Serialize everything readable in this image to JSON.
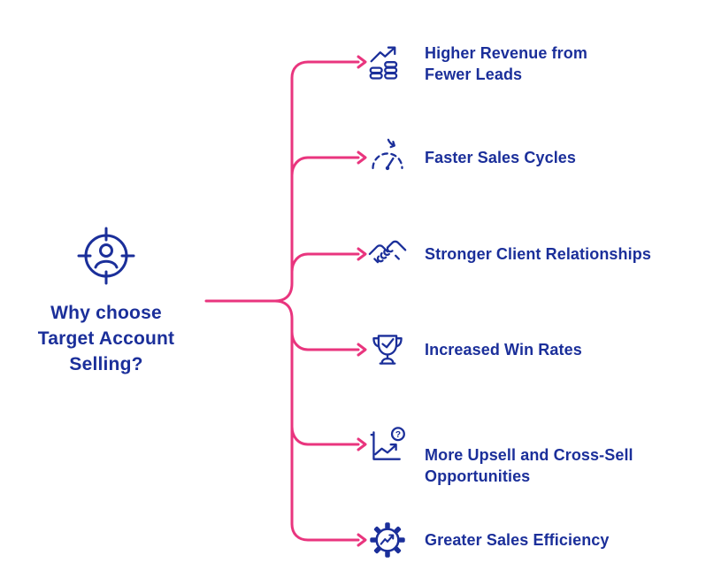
{
  "colors": {
    "accent_pink": "#e9357e",
    "navy": "#1b2f9a",
    "background": "#ffffff"
  },
  "center": {
    "icon": "target-person-icon",
    "title": "Why choose Target Account Selling?",
    "title_lines": [
      "Why choose",
      "Target Account",
      "Selling?"
    ]
  },
  "items": [
    {
      "icon": "revenue-growth-icon",
      "label": "Higher Revenue from Fewer Leads"
    },
    {
      "icon": "speedometer-icon",
      "label": "Faster Sales Cycles"
    },
    {
      "icon": "handshake-icon",
      "label": "Stronger Client Relationships"
    },
    {
      "icon": "trophy-check-icon",
      "label": "Increased Win Rates"
    },
    {
      "icon": "chart-question-icon",
      "label": "More Upsell and Cross-Sell Opportunities"
    },
    {
      "icon": "gear-chart-icon",
      "label": "Greater Sales Efficiency"
    }
  ]
}
